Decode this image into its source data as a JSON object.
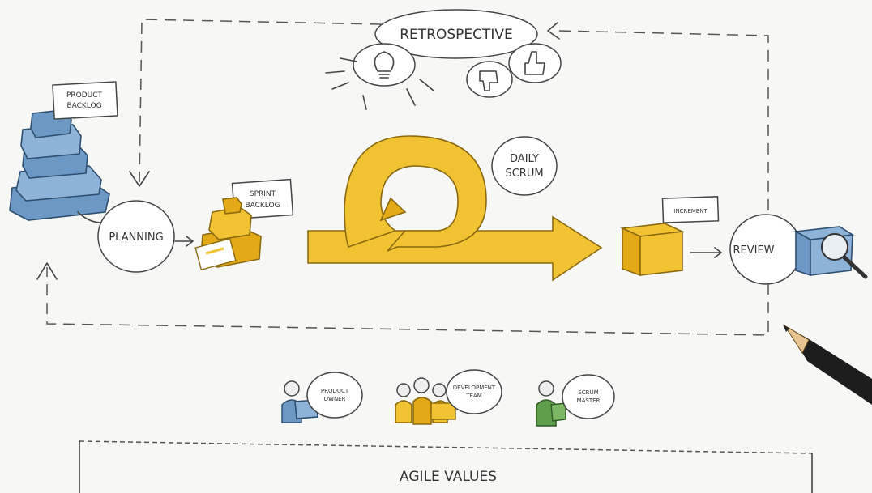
{
  "diagram": {
    "labels": {
      "retrospective": "RETROSPECTIVE",
      "product_backlog_1": "PRODUCT",
      "product_backlog_2": "BACKLOG",
      "planning": "PLANNING",
      "sprint_backlog_1": "SPRINT",
      "sprint_backlog_2": "BACKLOG",
      "daily_scrum_1": "DAILY",
      "daily_scrum_2": "SCRUM",
      "increment": "INCREMENT",
      "review": "REVIEW",
      "product_owner_1": "PRODUCT",
      "product_owner_2": "OWNER",
      "dev_team_1": "DEVELOPMENT",
      "dev_team_2": "TEAM",
      "scrum_master_1": "SCRUM",
      "scrum_master_2": "MASTER",
      "agile_values": "AGILE VALUES"
    },
    "colors": {
      "blue": "#6b98c4",
      "yellow": "#f1c232",
      "green": "#5f9e4a",
      "paper": "#f7f7f5"
    },
    "icons": [
      "lightbulb-icon",
      "thumbs-down-icon",
      "thumbs-up-icon",
      "magnifier-icon",
      "pencil-icon",
      "person-icon"
    ]
  }
}
